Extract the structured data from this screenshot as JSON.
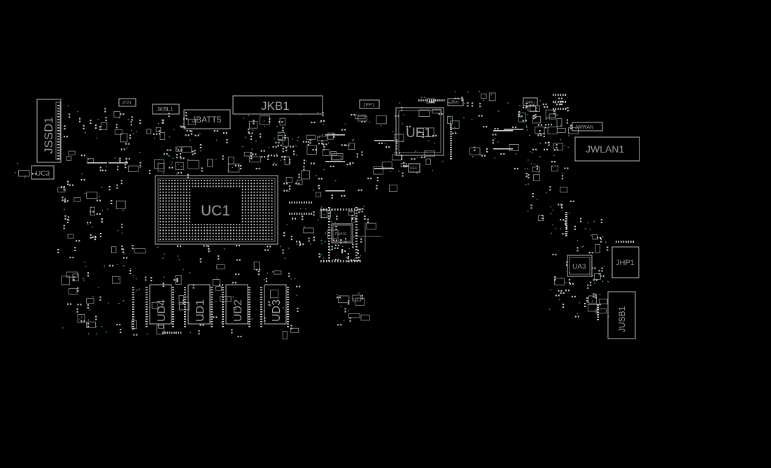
{
  "colors": {
    "background": "#000000",
    "outline": "#bdbdbd",
    "via": "#2aa6a0",
    "label": "#9e9e9e"
  },
  "labels": {
    "jssd1": "JSSD1",
    "uc3": "UC3",
    "jtp1": "JTP1",
    "jkbl1": "JKBL1",
    "jbatt5": "JBATT5",
    "jkb1": "JKB1",
    "jfp1": "JFP1",
    "ue1": "UE1",
    "ue_small": "JDM2",
    "jspk1": "JSPK1",
    "jwwan": "JWWAN",
    "jwlan1": "JWLAN1",
    "uc1": "UC1",
    "pu401": "PU401",
    "ud4": "UD4",
    "ud1": "UD1",
    "ud2": "UD2",
    "ud3": "UD3",
    "ua3": "UA3",
    "jhp1": "JHP1",
    "jusb1": "JUSB1",
    "ue4": "UE4"
  }
}
